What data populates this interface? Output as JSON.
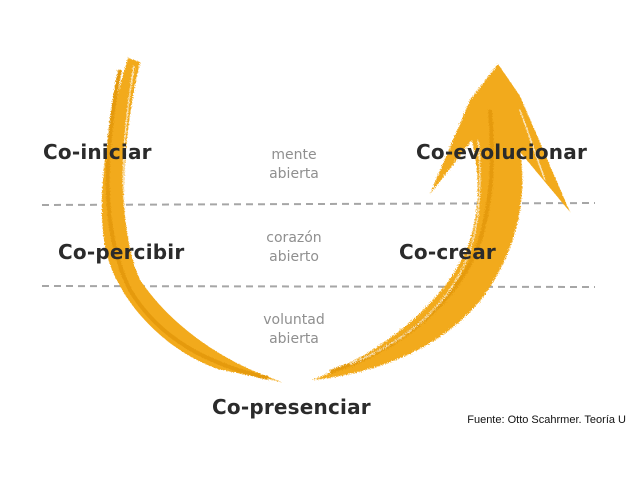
{
  "diagram": {
    "stages": {
      "co_iniciar": "Co-iniciar",
      "co_percibir": "Co-percibir",
      "co_presenciar": "Co-presenciar",
      "co_crear": "Co-crear",
      "co_evolucionar": "Co-evolucionar"
    },
    "levels": [
      {
        "line1": "mente",
        "line2": "abierta"
      },
      {
        "line1": "corazón",
        "line2": "abierto"
      },
      {
        "line1": "voluntad",
        "line2": "abierta"
      }
    ],
    "source": "Fuente: Otto Scahrmer. Teoría U",
    "colors": {
      "arrow": "#f2aa1c",
      "arrow_dark": "#e59a0c",
      "divider": "#a6a6a6",
      "stage_text": "#2b2b2b",
      "level_text": "#8f8f8f"
    }
  }
}
